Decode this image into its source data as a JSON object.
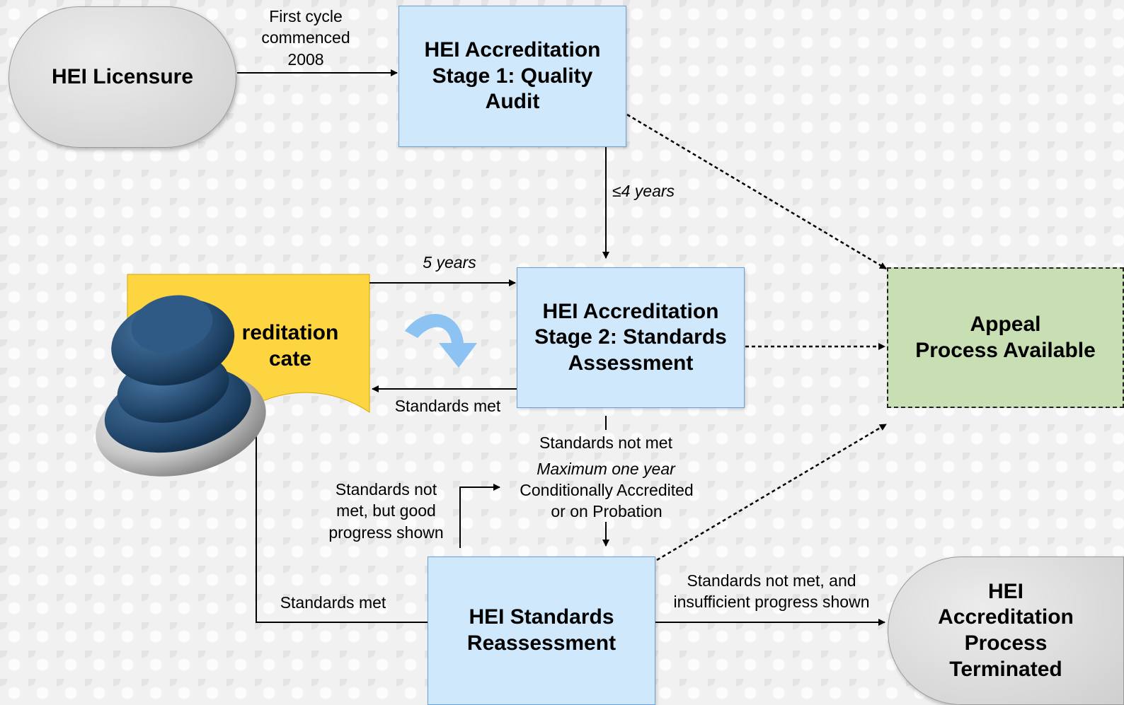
{
  "nodes": {
    "licensure": "HEI Licensure",
    "stage1": "HEI Accreditation\nStage 1: Quality\nAudit",
    "certificate_partial": "reditation\ncate",
    "stage2": "HEI Accreditation\nStage 2: Standards\nAssessment",
    "appeal": "Appeal\nProcess Available",
    "reassessment": "HEI Standards\nReassessment",
    "terminated": "HEI\nAccreditation\nProcess\nTerminated"
  },
  "labels": {
    "first_cycle": "First cycle\ncommenced\n2008",
    "four_years": "≤4 years",
    "five_years": "5 years",
    "standards_met_stage2": "Standards met",
    "standards_not_met": "Standards not met",
    "max_one_year": "Maximum one year",
    "conditional": "Conditionally Accredited\nor on Probation",
    "good_progress": "Standards not\nmet, but good\nprogress shown",
    "standards_met_reassess": "Standards met",
    "insufficient": "Standards not met, and\ninsufficient progress shown"
  },
  "icons": [
    "curved-arrow-icon",
    "rubber-stamp-icon"
  ],
  "colors": {
    "process_box": "#cfe8fb",
    "certificate": "#fcd541",
    "appeal": "#c8dfb3",
    "terminal": "#d9d9d9",
    "stamp": "#2b4f74",
    "curved_arrow": "#8cc3f2"
  }
}
